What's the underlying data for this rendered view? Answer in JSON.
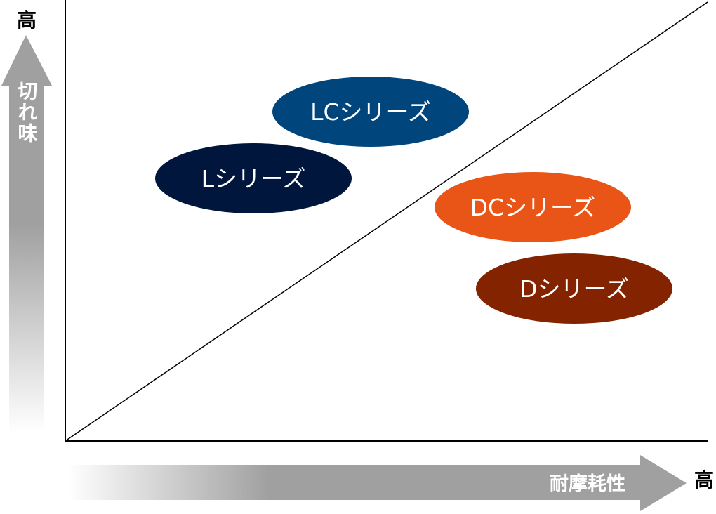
{
  "y_axis": {
    "label": "切れ味",
    "high_label": "高"
  },
  "x_axis": {
    "label": "耐摩耗性",
    "high_label": "高"
  },
  "series": [
    {
      "name": "LCシリーズ",
      "color": "#00457c"
    },
    {
      "name": "Lシリーズ",
      "color": "#00163d"
    },
    {
      "name": "DCシリーズ",
      "color": "#e85516"
    },
    {
      "name": "Dシリーズ",
      "color": "#832300"
    }
  ]
}
